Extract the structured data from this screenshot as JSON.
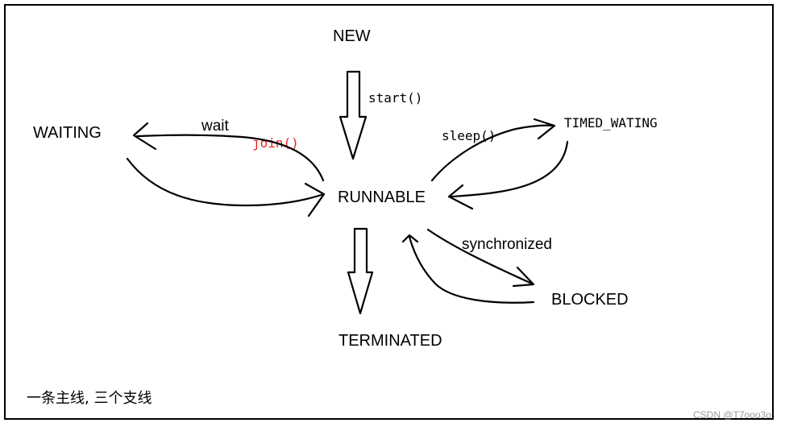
{
  "states": {
    "new": "NEW",
    "runnable": "RUNNABLE",
    "waiting": "WAITING",
    "timed_waiting": "TIMED_WATING",
    "blocked": "BLOCKED",
    "terminated": "TERMINATED"
  },
  "transitions": {
    "start": "start()",
    "wait": "wait",
    "join": "join()",
    "sleep": "sleep()",
    "synchronized": "synchronized"
  },
  "note": "一条主线, 三个支线",
  "watermark": "CSDN @T7ooo3o",
  "colors": {
    "line": "#000000",
    "join_label": "#e0271d",
    "watermark": "#9a9a9a",
    "background": "#ffffff"
  }
}
